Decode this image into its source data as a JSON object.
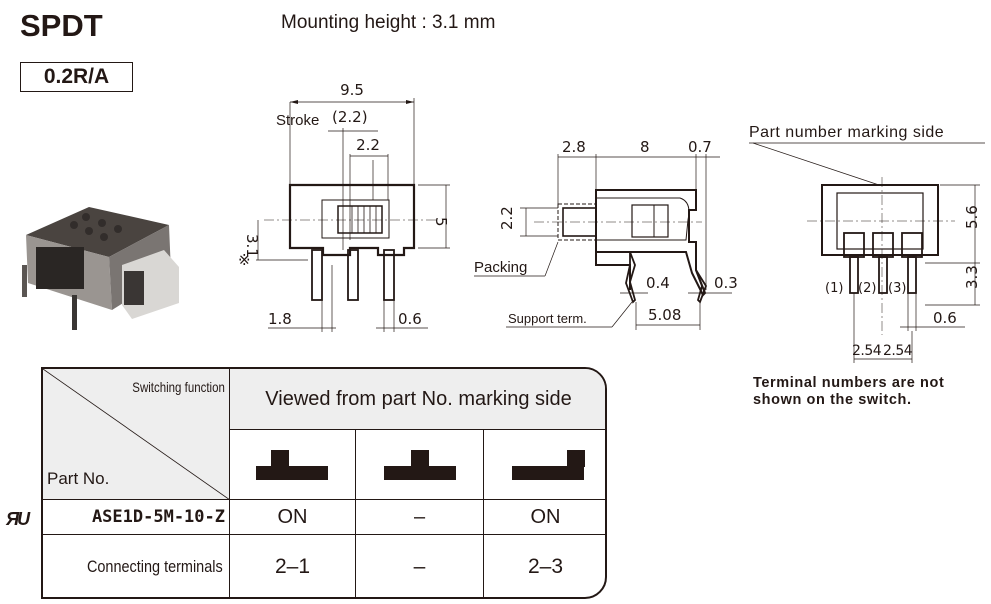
{
  "header": {
    "title": "SPDT",
    "mounting_height": "Mounting height : 3.1 mm",
    "rating_badge": "0.2R/A"
  },
  "front_view": {
    "width": "9.5",
    "stroke_label": "Stroke",
    "stroke_value": "(2.2)",
    "knob_width": "2.2",
    "height": "5",
    "mount_mark": "※",
    "mount_height": "3.1",
    "pitch_left": "1.8",
    "terminal_width": "0.6"
  },
  "side_view": {
    "packing_len": "2.8",
    "body_len": "8",
    "overhang": "0.7",
    "knob_height": "2.2",
    "packing_label": "Packing",
    "support_label": "Support term.",
    "support_width": "0.4",
    "terminal_thickness": "0.3",
    "support_pitch": "5.08"
  },
  "rear_view": {
    "marking_label": "Part number marking side",
    "height": "5.6",
    "terminal_len": "3.3",
    "terminal_width": "0.6",
    "pitch_1": "2.54",
    "pitch_2": "2.54",
    "terminals": [
      "(1)",
      "(2)",
      "(3)"
    ]
  },
  "terminal_note": {
    "line1": "Terminal numbers are not",
    "line2": "shown on the switch."
  },
  "table": {
    "corner_top": "Switching function",
    "corner_bottom": "Part No.",
    "view_header": "Viewed from part No. marking side",
    "positions": [
      "left",
      "center",
      "right"
    ],
    "rows": [
      {
        "label": "ASE1D-5M-10-Z",
        "values": [
          "ON",
          "–",
          "ON"
        ]
      },
      {
        "label": "Connecting terminals",
        "values": [
          "2–1",
          "–",
          "2–3"
        ]
      }
    ],
    "cert_mark": "ЯU"
  },
  "colors": {
    "ink": "#231815",
    "header_bg": "#eeeeee"
  }
}
